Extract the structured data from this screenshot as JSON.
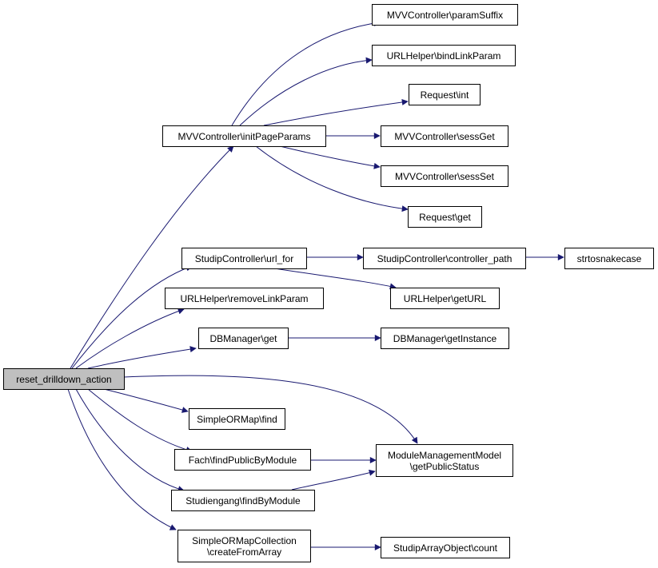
{
  "colors": {
    "edge": "#191970",
    "root_fill": "#bfbfbf",
    "node_fill": "#ffffff",
    "border": "#000000"
  },
  "nodes": {
    "reset_drilldown_action": "reset_drilldown_action",
    "mvv_initPageParams": "MVVController\\initPageParams",
    "mvv_paramSuffix": "MVVController\\paramSuffix",
    "url_bindLinkParam": "URLHelper\\bindLinkParam",
    "request_int": "Request\\int",
    "mvv_sessGet": "MVVController\\sessGet",
    "mvv_sessSet": "MVVController\\sessSet",
    "request_get": "Request\\get",
    "studip_url_for": "StudipController\\url_for",
    "studip_controller_path": "StudipController\\controller_path",
    "strtosnakecase": "strtosnakecase",
    "url_getURL": "URLHelper\\getURL",
    "url_removeLinkParam": "URLHelper\\removeLinkParam",
    "db_get": "DBManager\\get",
    "db_getInstance": "DBManager\\getInstance",
    "simpleormap_find": "SimpleORMap\\find",
    "fach_findPublicByModule": "Fach\\findPublicByModule",
    "module_getPublicStatus": "ModuleManagementModel\n\\getPublicStatus",
    "studiengang_findByModule": "Studiengang\\findByModule",
    "sormc_createFromArray": "SimpleORMapCollection\n\\createFromArray",
    "studiparray_count": "StudipArrayObject\\count"
  }
}
